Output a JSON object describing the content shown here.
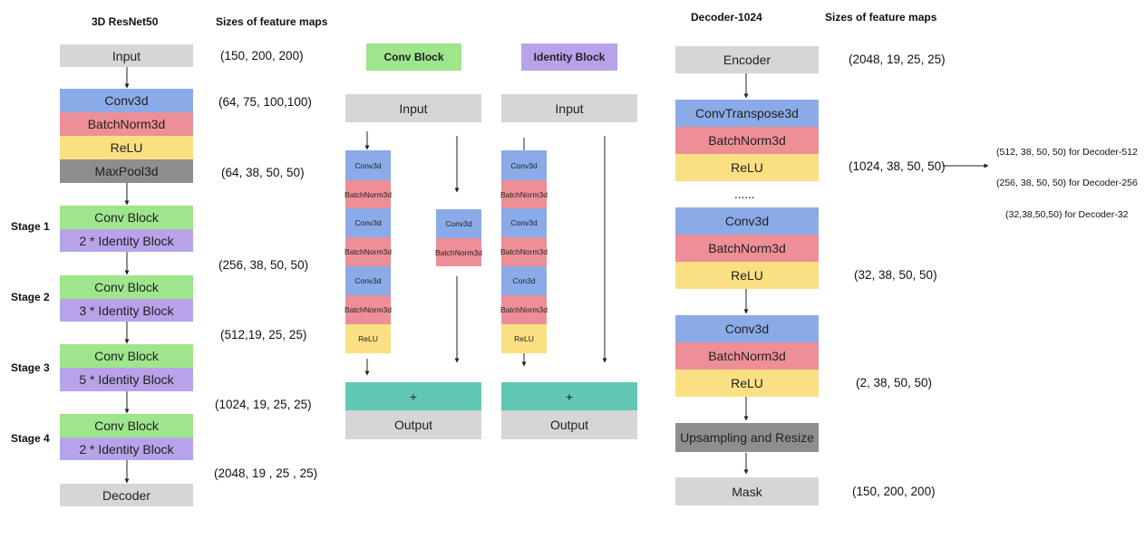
{
  "resnet": {
    "title": "3D ResNet50",
    "sizes_title": "Sizes of feature maps",
    "input": "Input",
    "conv3d": "Conv3d",
    "batchnorm": "BatchNorm3d",
    "relu": "ReLU",
    "maxpool": "MaxPool3d",
    "decoder": "Decoder",
    "stages": [
      {
        "label": "Stage 1",
        "conv": "Conv Block",
        "identity": "2 * Identity Block"
      },
      {
        "label": "Stage 2",
        "conv": "Conv Block",
        "identity": "3 * Identity Block"
      },
      {
        "label": "Stage 3",
        "conv": "Conv Block",
        "identity": "5 * Identity Block"
      },
      {
        "label": "Stage 4",
        "conv": "Conv Block",
        "identity": "2 * Identity Block"
      }
    ],
    "sizes": [
      "(150, 200, 200)",
      "(64, 75, 100,100)",
      "(64, 38, 50, 50)",
      "(256, 38, 50, 50)",
      "(512,19, 25, 25)",
      "(1024, 19, 25, 25)",
      "(2048, 19 , 25 , 25)"
    ]
  },
  "conv_block": {
    "title": "Conv Block",
    "input": "Input",
    "layers": [
      "Conv3d",
      "BatchNorm3d",
      "Conv3d",
      "BatchNorm3d",
      "Conv3d",
      "BatchNorm3d",
      "ReLU"
    ],
    "shortcut": [
      "Conv3d",
      "BatchNorm3d"
    ],
    "add": "+",
    "output": "Output"
  },
  "identity_block": {
    "title": "Identity Block",
    "input": "Input",
    "layers": [
      "Conv3d",
      "BatchNorm3d",
      "Conv3d",
      "BatchNorm3d",
      "Con3d",
      "BatchNorm3d",
      "ReLU"
    ],
    "add": "+",
    "output": "Output"
  },
  "decoder": {
    "title": "Decoder-1024",
    "sizes_title": "Sizes of feature maps",
    "encoder": "Encoder",
    "convtranspose": "ConvTranspose3d",
    "batchnorm": "BatchNorm3d",
    "relu": "ReLU",
    "ellipsis": "......",
    "conv3d": "Conv3d",
    "upsampling": "Upsampling and Resize",
    "mask": "Mask",
    "sizes": [
      "(2048, 19, 25, 25)",
      "(1024, 38, 50, 50)",
      "(32, 38, 50, 50)",
      "(2, 38, 50, 50)",
      "(150, 200, 200)"
    ],
    "notes": [
      "(512, 38, 50, 50) for Decoder-512",
      "(256, 38, 50, 50) for Decoder-256",
      "(32,38,50,50)  for Decoder-32"
    ]
  },
  "colors": {
    "gray": "#d6d6d6",
    "blue": "#8aabe8",
    "red": "#ee8f98",
    "yellow": "#fbe083",
    "dark_gray": "#8e8e8e",
    "green": "#9ee58c",
    "purple": "#b8a3ea",
    "teal": "#62c8b6"
  }
}
